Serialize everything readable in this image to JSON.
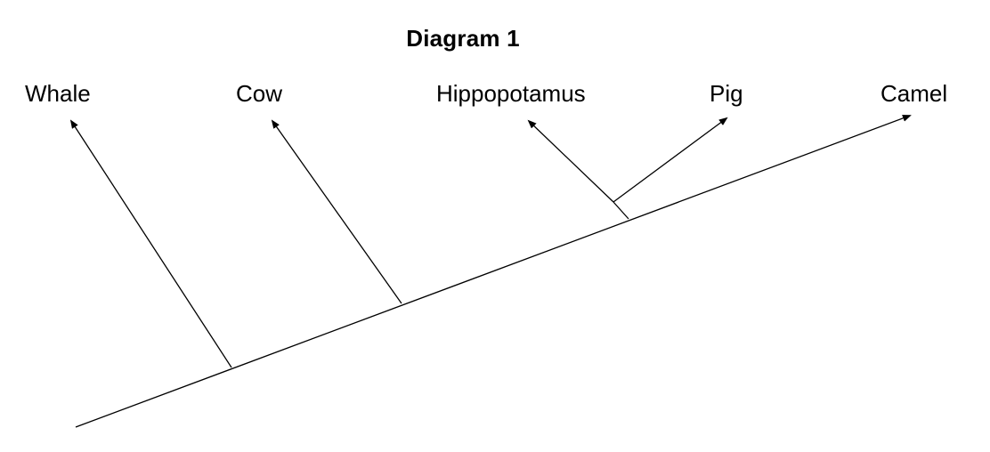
{
  "diagram": {
    "title": "Diagram 1",
    "taxa": [
      {
        "name": "Whale"
      },
      {
        "name": "Cow"
      },
      {
        "name": "Hippopotamus"
      },
      {
        "name": "Pig"
      },
      {
        "name": "Camel"
      }
    ],
    "line_color": "#000000"
  }
}
